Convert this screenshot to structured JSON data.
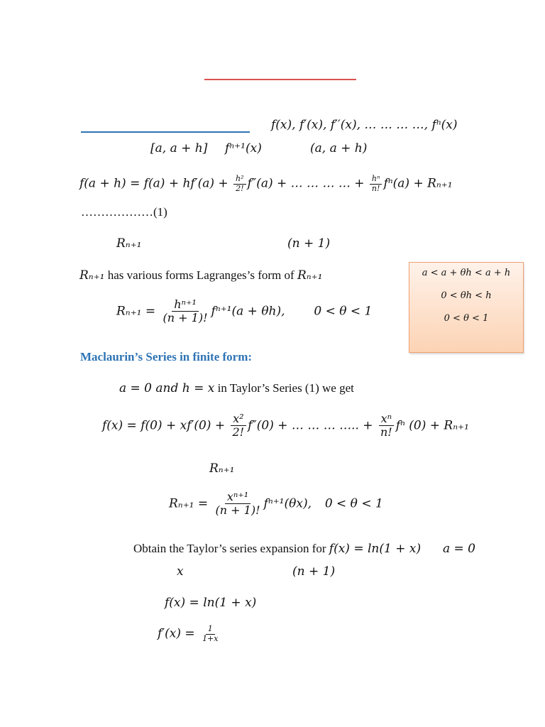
{
  "top": {
    "seq": "f(x), f′(x), f′′(x), … … … …, fⁿ(x)",
    "interval_closed": "[a, a + h]",
    "deriv_n1": "fⁿ⁺¹(x)",
    "interval_open": "(a, a + h)"
  },
  "taylor": {
    "lhs": "f(a + h) = f(a) + hf′(a) +",
    "frac1_num": "h²",
    "frac1_den": "2!",
    "mid": "f″(a) +  … … … … +",
    "frac2_num": "hⁿ",
    "frac2_den": "n!",
    "tail": "fⁿ(a) + Rₙ₊₁",
    "dots": "………………(1)"
  },
  "remainder": {
    "label": "Rₙ₊₁",
    "order": "(n + 1)",
    "sentence_pre": "Rₙ₊₁",
    "sentence_text": " has various forms Lagranges’s form of ",
    "sentence_post": "Rₙ₊₁",
    "lhs": "Rₙ₊₁ =",
    "num": "hⁿ⁺¹",
    "den": "(n + 1)!",
    "rhs": "fⁿ⁺¹(a + θh),",
    "cond": "0 < θ < 1"
  },
  "note": {
    "line1": "a < a + θh < a + h",
    "line2": "0 < θh < h",
    "line3": "0 < θ < 1"
  },
  "maclaurin": {
    "heading": "Maclaurin’s Series in finite form:",
    "sub_pre": "a = 0  and h = x",
    "sub_text": " in Taylor’s Series (1) we get",
    "lhs": "f(x) = f(0) + xf′(0) +",
    "frac1_num": "x²",
    "frac1_den": "2!",
    "mid": "f″(0) +  … … … ….. +",
    "frac2_num": "xⁿ",
    "frac2_den": "n!",
    "tail": "fⁿ (0) + Rₙ₊₁",
    "rlabel": "Rₙ₊₁",
    "r_lhs": "Rₙ₊₁ =",
    "r_num": "xⁿ⁺¹",
    "r_den": "(n + 1)!",
    "r_rhs": "fⁿ⁺¹(θx),",
    "r_cond": "0 < θ < 1"
  },
  "example": {
    "text": "Obtain the Taylor’s series expansion for ",
    "func": "f(x) = ln(1 + x)",
    "point": "a = 0",
    "var": "x",
    "order": "(n + 1)",
    "eq1": "f(x) = ln(1 + x)",
    "eq2_lhs": "f′(x) =",
    "eq2_num": "1",
    "eq2_den": "1+x"
  }
}
